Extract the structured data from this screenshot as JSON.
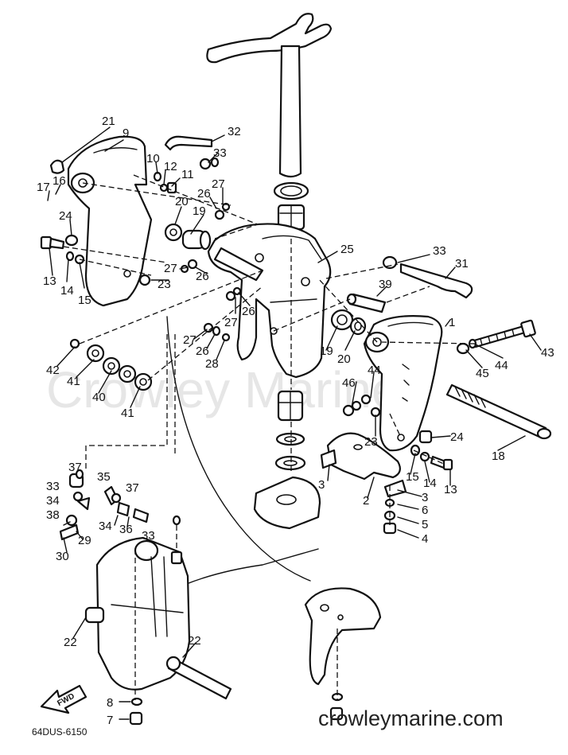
{
  "diagram": {
    "watermark": "Crowley Marine",
    "site": "crowleymarine.com",
    "drawing_code": "64DUS-6150",
    "fwd_label": "FWD",
    "callouts": [
      {
        "id": "c21",
        "text": "21"
      },
      {
        "id": "c9",
        "text": "9"
      },
      {
        "id": "c32",
        "text": "32"
      },
      {
        "id": "c33a",
        "text": "33"
      },
      {
        "id": "c10",
        "text": "10"
      },
      {
        "id": "c12",
        "text": "12"
      },
      {
        "id": "c11",
        "text": "11"
      },
      {
        "id": "c17",
        "text": "17"
      },
      {
        "id": "c16",
        "text": "16"
      },
      {
        "id": "c26a",
        "text": "26"
      },
      {
        "id": "c27a",
        "text": "27"
      },
      {
        "id": "c20a",
        "text": "20"
      },
      {
        "id": "c19a",
        "text": "19"
      },
      {
        "id": "c24a",
        "text": "24"
      },
      {
        "id": "c25",
        "text": "25"
      },
      {
        "id": "c33b",
        "text": "33"
      },
      {
        "id": "c31",
        "text": "31"
      },
      {
        "id": "c13a",
        "text": "13"
      },
      {
        "id": "c14a",
        "text": "14"
      },
      {
        "id": "c15a",
        "text": "15"
      },
      {
        "id": "c27b",
        "text": "27"
      },
      {
        "id": "c23a",
        "text": "23"
      },
      {
        "id": "c26b",
        "text": "26"
      },
      {
        "id": "c39",
        "text": "39"
      },
      {
        "id": "c27c",
        "text": "27"
      },
      {
        "id": "c26c",
        "text": "26"
      },
      {
        "id": "c1",
        "text": "1"
      },
      {
        "id": "c42",
        "text": "42"
      },
      {
        "id": "c27d",
        "text": "27"
      },
      {
        "id": "c26d",
        "text": "26"
      },
      {
        "id": "c28",
        "text": "28"
      },
      {
        "id": "c19b",
        "text": "19"
      },
      {
        "id": "c20b",
        "text": "20"
      },
      {
        "id": "c43",
        "text": "43"
      },
      {
        "id": "c41a",
        "text": "41"
      },
      {
        "id": "c40",
        "text": "40"
      },
      {
        "id": "c44a",
        "text": "44"
      },
      {
        "id": "c44b",
        "text": "44"
      },
      {
        "id": "c45",
        "text": "45"
      },
      {
        "id": "c46",
        "text": "46"
      },
      {
        "id": "c41b",
        "text": "41"
      },
      {
        "id": "c23b",
        "text": "23"
      },
      {
        "id": "c24b",
        "text": "24"
      },
      {
        "id": "c18",
        "text": "18"
      },
      {
        "id": "c37a",
        "text": "37"
      },
      {
        "id": "c33c",
        "text": "33"
      },
      {
        "id": "c35",
        "text": "35"
      },
      {
        "id": "c37b",
        "text": "37"
      },
      {
        "id": "c3a",
        "text": "3"
      },
      {
        "id": "c15b",
        "text": "15"
      },
      {
        "id": "c14b",
        "text": "14"
      },
      {
        "id": "c13b",
        "text": "13"
      },
      {
        "id": "c34a",
        "text": "34"
      },
      {
        "id": "c2",
        "text": "2"
      },
      {
        "id": "c3b",
        "text": "3"
      },
      {
        "id": "c6",
        "text": "6"
      },
      {
        "id": "c38",
        "text": "38"
      },
      {
        "id": "c34b",
        "text": "34"
      },
      {
        "id": "c36",
        "text": "36"
      },
      {
        "id": "c33d",
        "text": "33"
      },
      {
        "id": "c5",
        "text": "5"
      },
      {
        "id": "c4",
        "text": "4"
      },
      {
        "id": "c29",
        "text": "29"
      },
      {
        "id": "c30",
        "text": "30"
      },
      {
        "id": "c22a",
        "text": "22"
      },
      {
        "id": "c22b",
        "text": "22"
      },
      {
        "id": "c8",
        "text": "8"
      },
      {
        "id": "c7",
        "text": "7"
      }
    ]
  }
}
